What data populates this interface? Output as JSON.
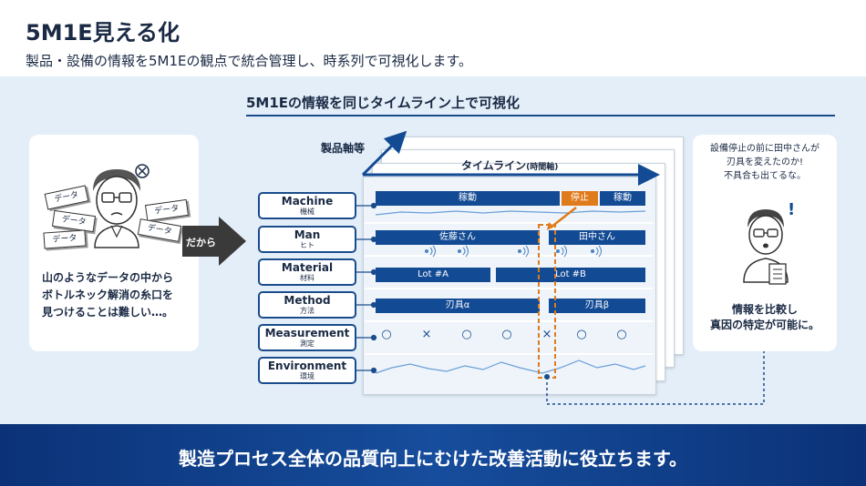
{
  "header": {
    "title": "5M1E見える化",
    "subtitle": "製品・設備の情報を5M1Eの観点で統合管理し、時系列で可視化します。"
  },
  "section": {
    "title": "5M1Eの情報を同じタイムライン上で可視化"
  },
  "left_panel": {
    "data_tags": [
      "データ",
      "データ",
      "データ",
      "データ",
      "データ"
    ],
    "caption": "山のようなデータの中から\nボトルネック解消の糸口を\n見つけることは難しい…。"
  },
  "connector": {
    "label": "だから"
  },
  "axes": {
    "product_axis": "製品軸等",
    "timeline": "タイムライン",
    "timeline_sub": "(時間軸)"
  },
  "categories": [
    {
      "en": "Machine",
      "ja": "機械"
    },
    {
      "en": "Man",
      "ja": "ヒト"
    },
    {
      "en": "Material",
      "ja": "材料"
    },
    {
      "en": "Method",
      "ja": "方法"
    },
    {
      "en": "Measurement",
      "ja": "測定"
    },
    {
      "en": "Environment",
      "ja": "環境"
    }
  ],
  "rows": {
    "machine": [
      "稼動",
      "停止",
      "稼動"
    ],
    "man": [
      "佐藤さん",
      "田中さん"
    ],
    "material": [
      "Lot #A",
      "Lot #B"
    ],
    "method": [
      "刃具α",
      "刃具β"
    ],
    "measurement": [
      "○",
      "×",
      "○",
      "○",
      "×",
      "○",
      "○"
    ]
  },
  "right_panel": {
    "caption": "設備停止の前に田中さんが\n刃具を変えたのか!\n不具合も出てるな。",
    "conclusion": "情報を比較し\n真因の特定が可能に。"
  },
  "footer": {
    "text": "製造プロセス全体の品質向上にむけた改善活動に役立ちます。"
  },
  "colors": {
    "accent": "#124a94",
    "stop": "#e07b1b",
    "band": "#e3eef8",
    "footer": "#164d9c"
  }
}
